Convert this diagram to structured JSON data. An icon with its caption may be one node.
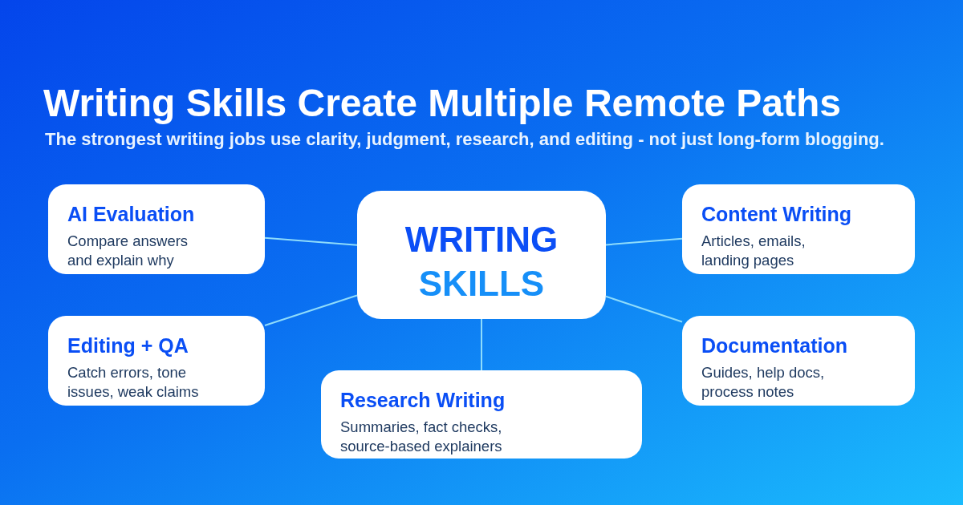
{
  "diagram": {
    "title": "Writing Skills Create Multiple Remote Paths",
    "nodes": [
      {
        "text": [
          "AI Evaluation",
          "Compare answers and explain why"
        ]
      },
      {
        "text": [
          "WRITING",
          "SKILLS"
        ]
      },
      {
        "text": [
          "Content Writing",
          "Articles, emails, landing pages"
        ]
      },
      {
        "text": [
          "Editing + QA",
          "Catch errors, tone issues, weak claims"
        ]
      },
      {
        "text": [
          "Documentation",
          "Guides, help docs, process notes"
        ]
      },
      {
        "text": [
          "Research Writing",
          "Summaries, fact checks, source-based explainers"
        ]
      }
    ],
    "edges": [
      {
        "from": 1,
        "to": 0,
        "arrow": "none"
      },
      {
        "from": 1,
        "to": 2,
        "arrow": "none"
      },
      {
        "from": 1,
        "to": 3,
        "arrow": "none"
      },
      {
        "from": 1,
        "to": 4,
        "arrow": "none"
      },
      {
        "from": 1,
        "to": 5,
        "arrow": "none"
      }
    ],
    "labels": [
      "The strongest writing jobs use clarity, judgment, research, and editing - not just long-form blogging."
    ]
  }
}
